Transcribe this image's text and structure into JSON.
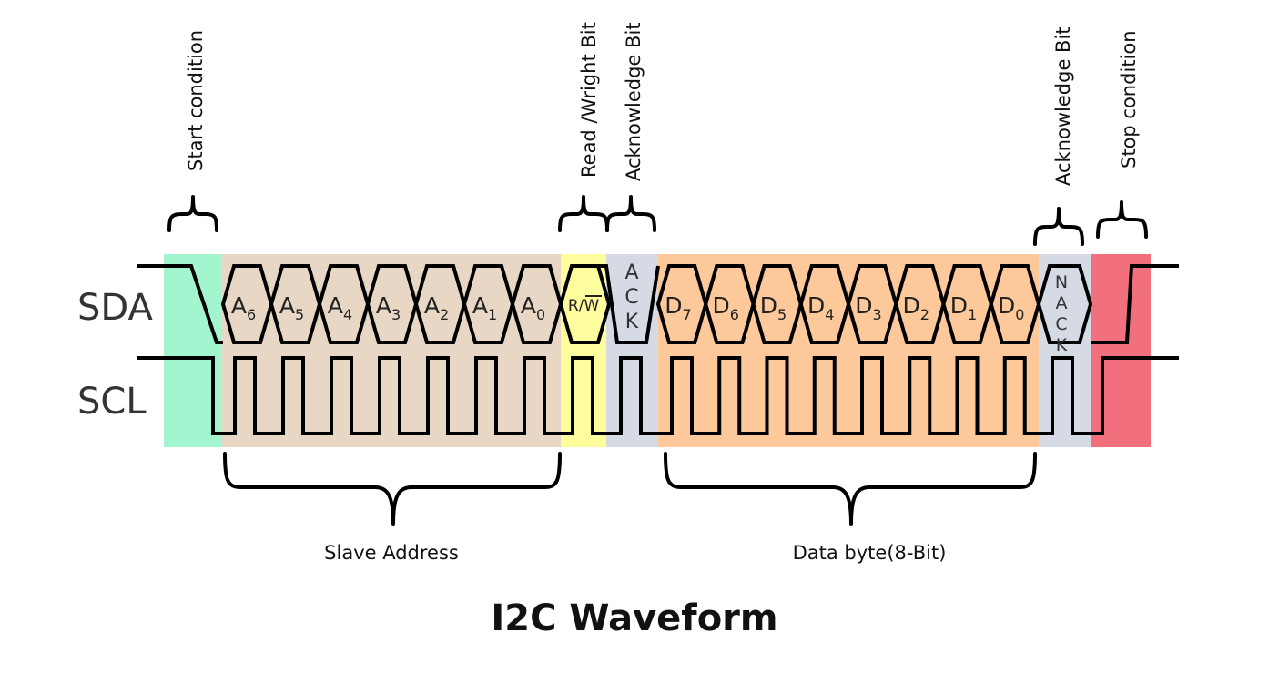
{
  "title": "I2C Waveform",
  "signals": {
    "sda": "SDA",
    "scl": "SCL"
  },
  "annotations": {
    "start": "Start condition",
    "rw": "Read /Wright Bit",
    "ack": "Acknowledge Bit",
    "ack2": "Acknowledge Bit",
    "stop": "Stop condition"
  },
  "groups": {
    "address": "Slave Address",
    "data": "Data byte(8-Bit)"
  },
  "address_bits": [
    {
      "base": "A",
      "sub": "6"
    },
    {
      "base": "A",
      "sub": "5"
    },
    {
      "base": "A",
      "sub": "4"
    },
    {
      "base": "A",
      "sub": "3"
    },
    {
      "base": "A",
      "sub": "2"
    },
    {
      "base": "A",
      "sub": "1"
    },
    {
      "base": "A",
      "sub": "0"
    }
  ],
  "rw_label": "R/W",
  "ack_letters": [
    "A",
    "C",
    "K"
  ],
  "data_bits": [
    {
      "base": "D",
      "sub": "7"
    },
    {
      "base": "D",
      "sub": "6"
    },
    {
      "base": "D",
      "sub": "5"
    },
    {
      "base": "D",
      "sub": "4"
    },
    {
      "base": "D",
      "sub": "3"
    },
    {
      "base": "D",
      "sub": "2"
    },
    {
      "base": "D",
      "sub": "1"
    },
    {
      "base": "D",
      "sub": "0"
    }
  ],
  "nack_letters": [
    "N",
    "A",
    "C",
    "K"
  ],
  "colors": {
    "start": "#a3f5cf",
    "address": "#e8d7c5",
    "rw": "#fdfd9d",
    "ack": "#d6dae4",
    "data": "#fdc99a",
    "nack": "#d6dae4",
    "stop": "#f2707d"
  }
}
